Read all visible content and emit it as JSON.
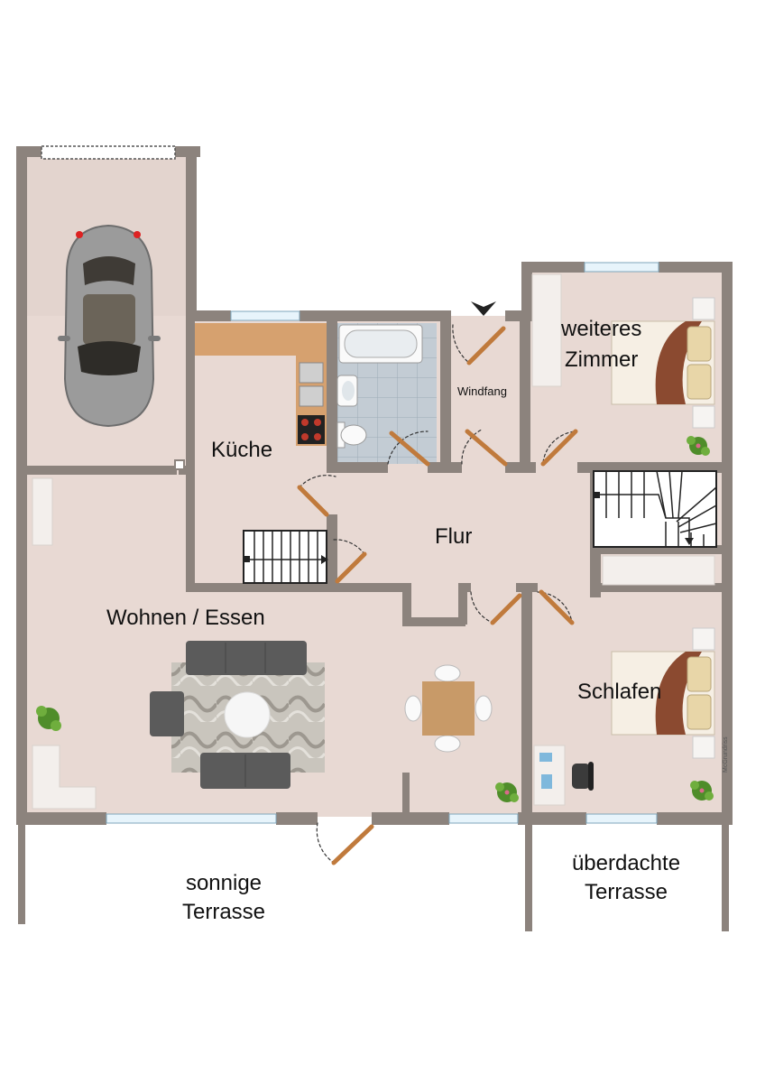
{
  "rooms": {
    "kueche": "Küche",
    "flur": "Flur",
    "windfang": "Windfang",
    "zimmer_line1": "weiteres",
    "zimmer_line2": "Zimmer",
    "wohnen": "Wohnen / Essen",
    "schlafen": "Schlafen"
  },
  "outdoor": {
    "sonnige_line1": "sonnige",
    "sonnige_line2": "Terrasse",
    "ueberdacht_line1": "überdachte",
    "ueberdacht_line2": "Terrasse"
  },
  "watermark": "McGrundriss",
  "colors": {
    "wall": "#8c837d",
    "floor": "#e8d9d3",
    "tile": "#b7c2cb",
    "counter": "#d6a16f",
    "door": "#c07a3c",
    "sofa": "#5b5b5b",
    "rug": "#b8b4ac",
    "table": "#c89a68",
    "bed_blanket": "#8b4a30",
    "plant": "#4f8d2a"
  },
  "icons": [
    "car-icon",
    "bathtub-icon",
    "sink-icon",
    "toilet-icon",
    "stove-icon",
    "stairs-icon",
    "sofa-icon",
    "coffee-table-icon",
    "dining-table-icon",
    "bed-icon",
    "desk-icon",
    "office-chair-icon",
    "plant-icon",
    "entrance-arrow-icon"
  ]
}
